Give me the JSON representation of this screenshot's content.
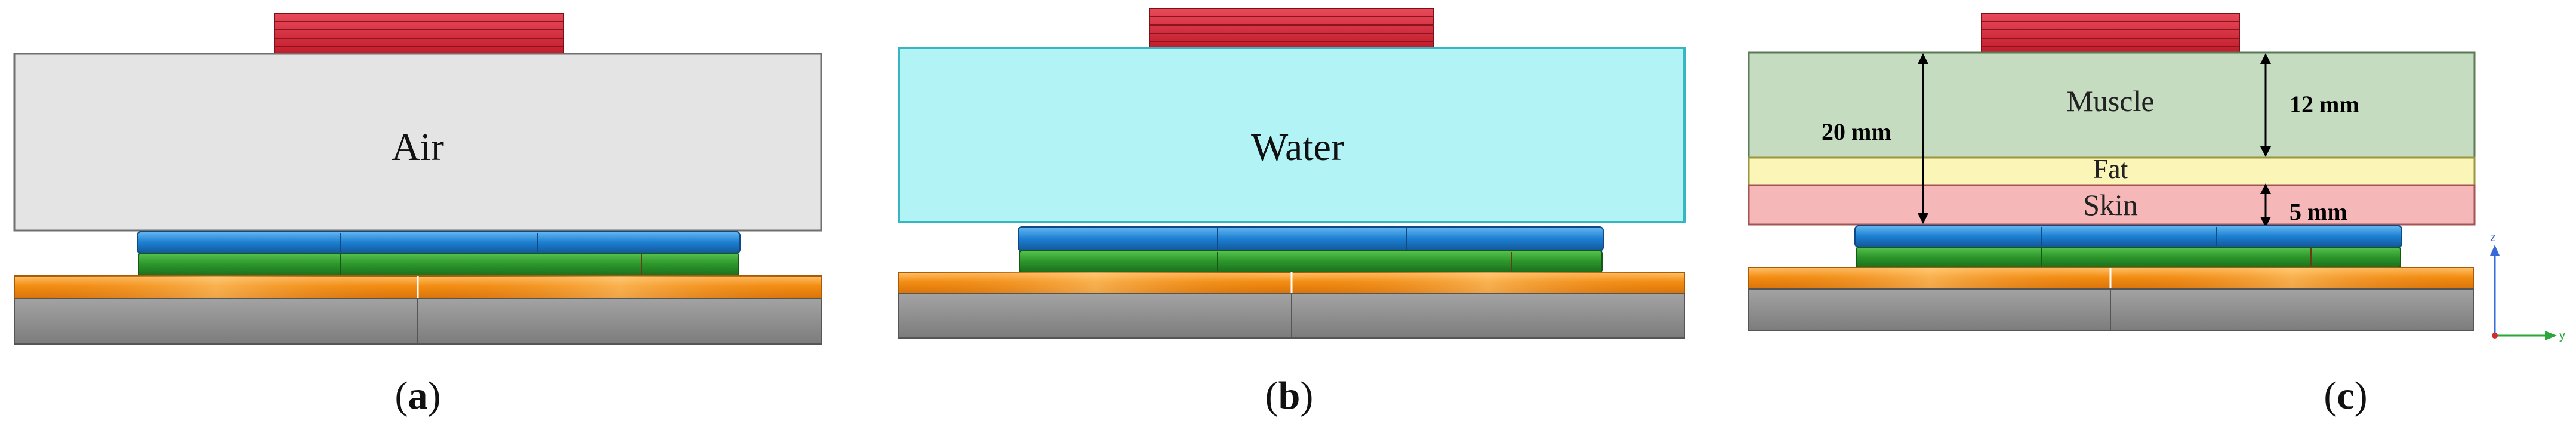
{
  "panels": {
    "a": {
      "medium_label": "Air",
      "caption_letter": "a"
    },
    "b": {
      "medium_label": "Water",
      "caption_letter": "b"
    },
    "c": {
      "layer_muscle": "Muscle",
      "layer_fat": "Fat",
      "layer_skin": "Skin",
      "dim_total": "20 mm",
      "dim_muscle": "12 mm",
      "dim_skin": "5 mm",
      "caption_letter": "c",
      "axes": {
        "z": "z",
        "y": "y"
      }
    }
  },
  "caption_open": "(",
  "caption_close": ")",
  "colors": {
    "air": "#e4e4e4",
    "water": "#b2f3f5",
    "muscle": "#c5dcc0",
    "fat": "#fbf6b8",
    "skin": "#f5b7b7",
    "coil": "#d9283a",
    "disc_blue": "#1e7fd0",
    "disc_green": "#2f9a2e",
    "substrate_orange": "#f08a12",
    "ground_gray": "#8b8b8b",
    "axis_blue": "#3a6ad8",
    "axis_green": "#2aa63a",
    "axis_red": "#d42a2a"
  }
}
